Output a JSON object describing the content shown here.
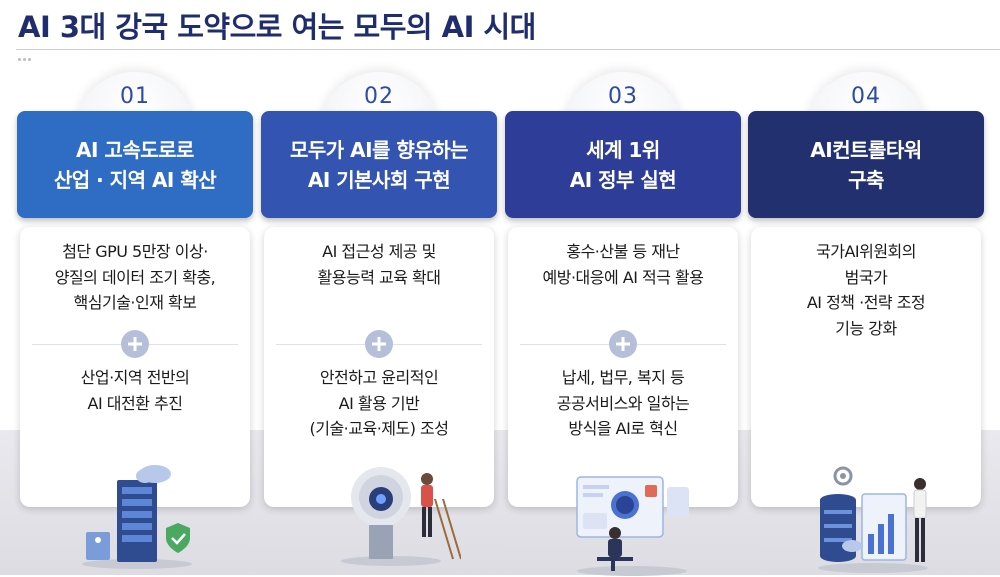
{
  "title": "AI 3대 강국 도약으로 여는 모두의 AI 시대",
  "colors": {
    "title": "#1f2d6e",
    "column_1": "#2f6cc3",
    "column_2": "#3354b0",
    "column_3": "#2e3d97",
    "column_4": "#23306f",
    "plus": "#b5bfd9"
  },
  "columns": [
    {
      "number": "01",
      "heading": "AI 고속도로로\n산업 · 지역 AI 확산",
      "item_1": "첨단 GPU 5만장 이상·\n양질의 데이터 조기 확충,\n핵심기술·인재 확보",
      "item_2": "산업·지역 전반의\nAI 대전환 추진",
      "illustration": "server-cloud-shield-illustration"
    },
    {
      "number": "02",
      "heading": "모두가 AI를 향유하는\nAI 기본사회 구현",
      "item_1": "AI 접근성 제공 및\n활용능력 교육 확대",
      "item_2": "안전하고 윤리적인\nAI 활용 기반\n(기술·교육·제도) 조성",
      "illustration": "robot-head-people-illustration"
    },
    {
      "number": "03",
      "heading": "세계 1위\nAI 정부 실현",
      "item_1": "홍수·산불 등 재난\n예방·대응에 AI 적극 활용",
      "item_2": "납세, 법무, 복지 등\n공공서비스와 일하는\n방식을 AI로 혁신",
      "illustration": "ai-dashboard-worker-illustration"
    },
    {
      "number": "04",
      "heading": "AI컨트롤타워\n구축",
      "item_1": "국가AI위원회의\n범국가\nAI 정책 ·전략 조정\n기능 강화",
      "illustration": "data-server-presenter-illustration"
    }
  ]
}
